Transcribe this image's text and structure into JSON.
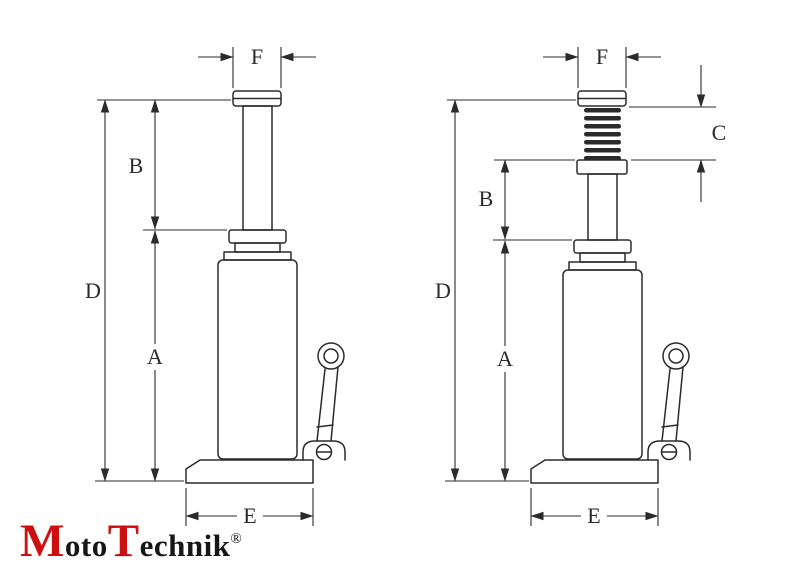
{
  "figure": {
    "left": {
      "f": "F",
      "b": "B",
      "d": "D",
      "a": "A",
      "e": "E"
    },
    "right": {
      "f": "F",
      "c": "C",
      "b": "B",
      "d": "D",
      "a": "A",
      "e": "E"
    }
  },
  "logo": {
    "m": "M",
    "oto": "oto",
    "t": "T",
    "echnik": "echnik",
    "reg": "®"
  },
  "colors": {
    "line": "#2b2b2b",
    "logo_red": "#cc1012",
    "logo_black": "#161616",
    "bg": "#ffffff"
  }
}
